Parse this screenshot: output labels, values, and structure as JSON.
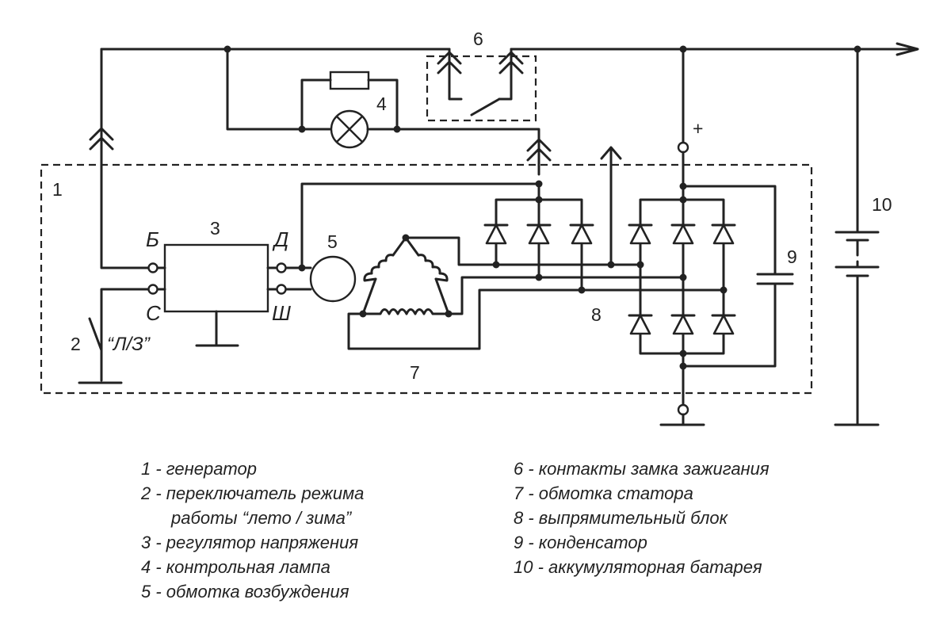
{
  "diagram": {
    "numbers": {
      "n1": "1",
      "n2": "2",
      "n3": "3",
      "n4": "4",
      "n5": "5",
      "n6": "6",
      "n7": "7",
      "n8": "8",
      "n9": "9",
      "n10": "10"
    },
    "terminals": {
      "b": "Б",
      "c": "С",
      "d": "Д",
      "sh": "Ш"
    },
    "switch_label": "“Л/З”",
    "plus_sign": "+"
  },
  "legend": {
    "left": [
      "1 - генератор",
      "2 - переключатель режима",
      "работы “лето / зима”",
      "3 - регулятор напряжения",
      "4 - контрольная лампа",
      "5 - обмотка возбуждения"
    ],
    "right": [
      "6 - контакты замка зажигания",
      "7 - обмотка статора",
      "8 - выпрямительный блок",
      "9 - конденсатор",
      "10 - аккумуляторная батарея"
    ]
  }
}
